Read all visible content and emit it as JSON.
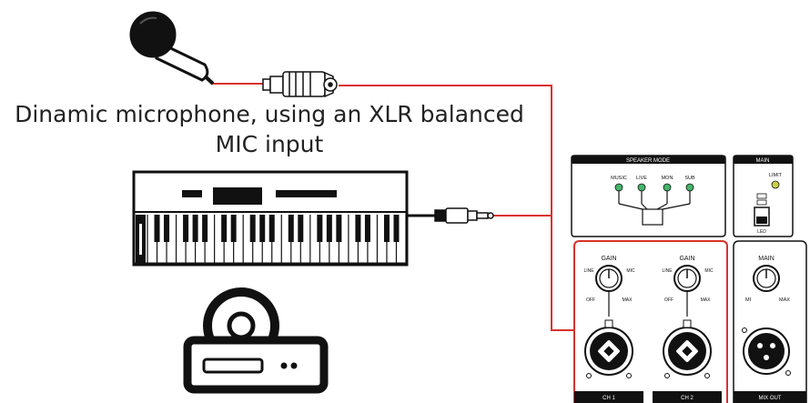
{
  "caption": {
    "line1": "Dinamic microphone, using an XLR balanced",
    "line2": "MIC input"
  },
  "panel": {
    "speaker_mode_title": "SPEAKER MODE",
    "speaker_modes": [
      "MUSIC",
      "LIVE",
      "MON",
      "SUB"
    ],
    "main_title": "MAIN",
    "limit_label": "LIMIT",
    "switch_label": "LED",
    "channels": [
      {
        "gain_label": "GAIN",
        "line_label": "LINE",
        "mic_label": "MIC",
        "off_label": "OFF",
        "max_label": "MAX",
        "name": "CH 1"
      },
      {
        "gain_label": "GAIN",
        "line_label": "LINE",
        "mic_label": "MIC",
        "off_label": "OFF",
        "max_label": "MAX",
        "name": "CH 2"
      }
    ],
    "main_section": {
      "title": "MAIN",
      "min_label": "MI",
      "max_label": "MAX",
      "out_label": "MIX OUT"
    }
  },
  "colors": {
    "cable": "#d8322c",
    "led": "#46b46a",
    "limit_led": "#c9cf4a",
    "line": "#111111"
  }
}
